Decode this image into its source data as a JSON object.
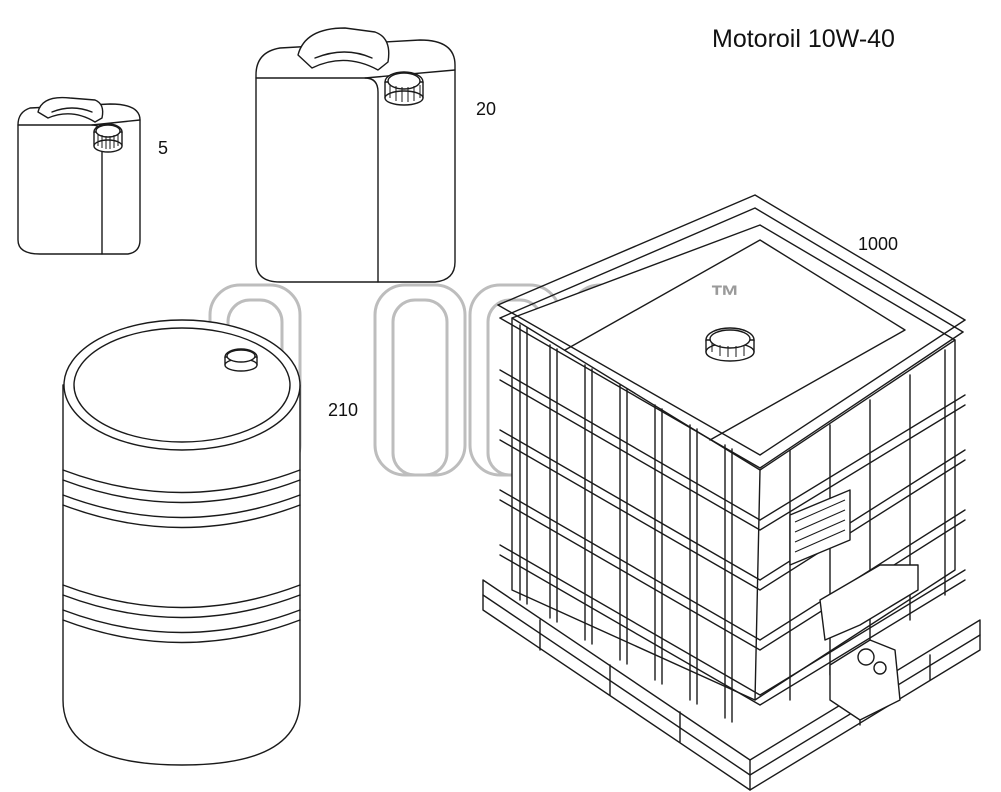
{
  "title": "Motoroil 10W-40",
  "containers": [
    {
      "id": "canister-5",
      "label": "5"
    },
    {
      "id": "canister-20",
      "label": "20"
    },
    {
      "id": "drum-210",
      "label": "210"
    },
    {
      "id": "ibc-1000",
      "label": "1000"
    }
  ],
  "watermark": {
    "trademark": "™"
  }
}
